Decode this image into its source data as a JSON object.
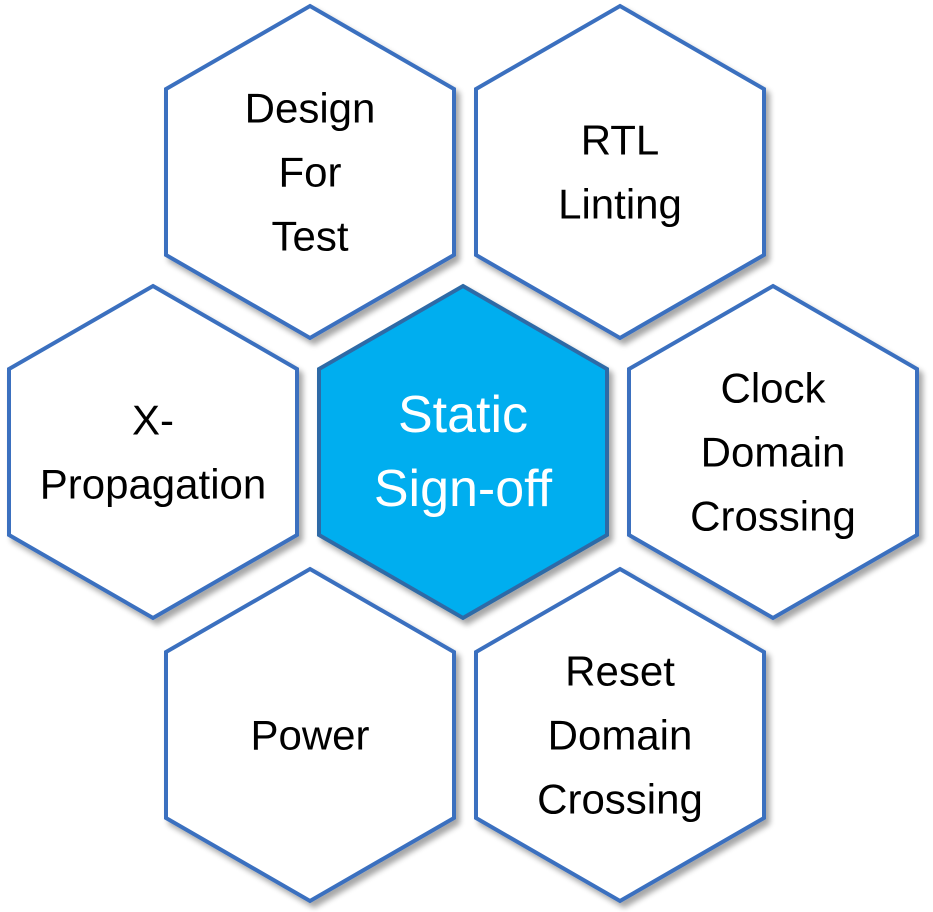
{
  "colors": {
    "outline": "#3a6fbf",
    "fill": "#ffffff",
    "center_fill": "#00aeef",
    "center_outline": "#2f6aa6",
    "text": "#000000",
    "center_text": "#ffffff",
    "shadow": "#c9c9c9"
  },
  "hexagons": [
    {
      "id": "design-for-test",
      "lines": [
        "Design",
        "For",
        "Test"
      ],
      "center": false
    },
    {
      "id": "rtl-linting",
      "lines": [
        "RTL",
        "Linting"
      ],
      "center": false
    },
    {
      "id": "x-propagation",
      "lines": [
        "X-",
        "Propagation"
      ],
      "center": false
    },
    {
      "id": "static-sign-off",
      "lines": [
        "Static",
        "Sign-off"
      ],
      "center": true
    },
    {
      "id": "clock-domain-crossing",
      "lines": [
        "Clock",
        "Domain",
        "Crossing"
      ],
      "center": false
    },
    {
      "id": "power",
      "lines": [
        "Power"
      ],
      "center": false
    },
    {
      "id": "reset-domain-crossing",
      "lines": [
        "Reset",
        "Domain",
        "Crossing"
      ],
      "center": false
    }
  ]
}
